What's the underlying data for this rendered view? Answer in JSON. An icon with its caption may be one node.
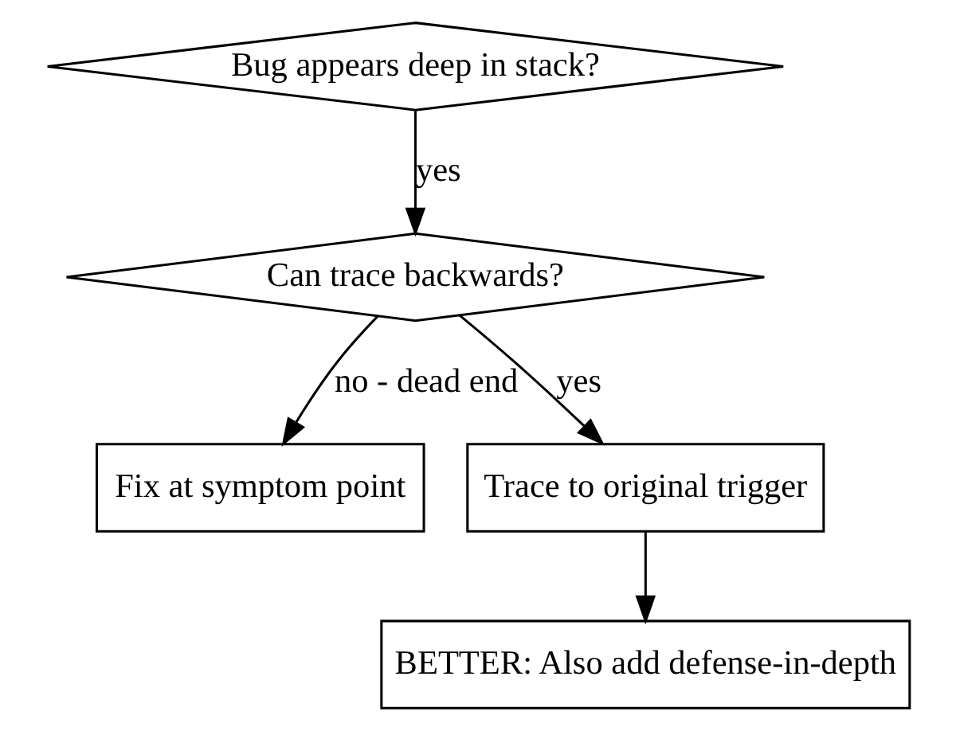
{
  "diagram": {
    "nodes": [
      {
        "text": [
          "Bug appears deep in stack?"
        ]
      },
      {
        "text": [
          "Can trace backwards?"
        ]
      },
      {
        "text": [
          "Fix at symptom point"
        ]
      },
      {
        "text": [
          "Trace to original trigger"
        ]
      },
      {
        "text": [
          "BETTER: Also add defense-in-depth"
        ]
      }
    ],
    "edges": [
      {
        "from": 0,
        "to": 1,
        "arrow": "to",
        "label": "yes"
      },
      {
        "from": 1,
        "to": 2,
        "arrow": "to",
        "label": "no - dead end"
      },
      {
        "from": 1,
        "to": 3,
        "arrow": "to",
        "label": "yes"
      },
      {
        "from": 3,
        "to": 4,
        "arrow": "to"
      }
    ]
  }
}
